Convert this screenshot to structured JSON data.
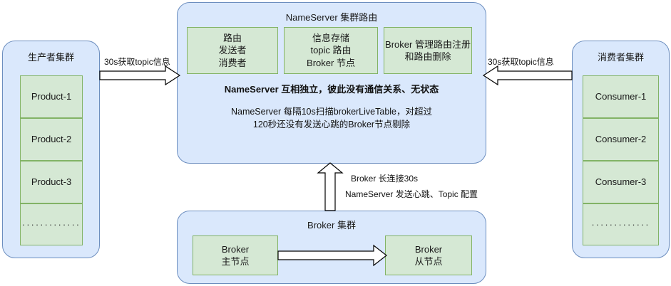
{
  "producer_panel": {
    "title": "生产者集群",
    "items": [
      {
        "label": "Product-1"
      },
      {
        "label": "Product-2"
      },
      {
        "label": "Product-3"
      },
      {
        "label": "·············"
      }
    ]
  },
  "consumer_panel": {
    "title": "消费者集群",
    "items": [
      {
        "label": "Consumer-1"
      },
      {
        "label": "Consumer-2"
      },
      {
        "label": "Consumer-3"
      },
      {
        "label": "·············"
      }
    ]
  },
  "nameserver_panel": {
    "title": "NameServer 集群路由",
    "boxes": [
      {
        "lines": [
          "路由",
          "发送者",
          "消费者"
        ]
      },
      {
        "lines": [
          "信息存储",
          "topic 路由",
          "Broker 节点"
        ]
      },
      {
        "lines": [
          "Broker 管理路由注册",
          "和路由删除"
        ]
      }
    ],
    "note_bold": "NameServer 互相独立，彼此没有通信关系、无状态",
    "note_line1": "NameServer 每隔10s扫描brokerLiveTable，对超过",
    "note_line2": "120秒还没有发送心跳的Broker节点剔除"
  },
  "broker_panel": {
    "title": "Broker 集群",
    "master": {
      "lines": [
        "Broker",
        "主节点"
      ]
    },
    "slave": {
      "lines": [
        "Broker",
        "从节点"
      ]
    }
  },
  "edges": {
    "producer_to_nameserver": "30s获取topic信息",
    "consumer_to_nameserver": "30s获取topic信息",
    "broker_to_nameserver_line1": "Broker 长连接30s",
    "broker_to_nameserver_line2": "NameServer 发送心跳、Topic 配置"
  },
  "colors": {
    "panel_fill": "#dae8fc",
    "panel_stroke": "#6c8ebf",
    "box_fill": "#d5e8d4",
    "box_stroke": "#82b366",
    "arrow_fill": "#ffffff",
    "arrow_stroke": "#000000"
  }
}
